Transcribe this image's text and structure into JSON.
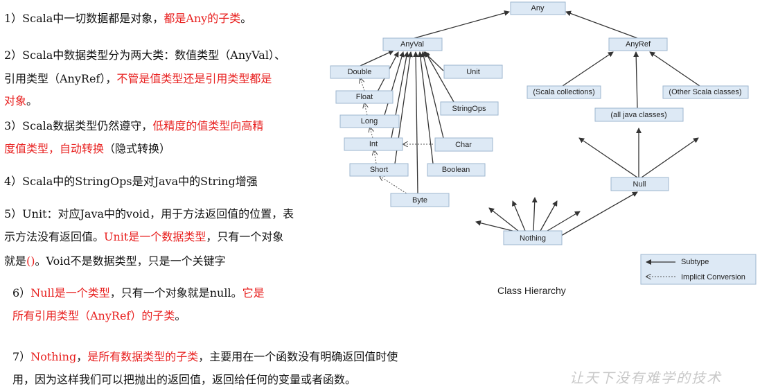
{
  "notes": [
    {
      "parts": [
        {
          "t": "1）Scala中一切数据都是对象，",
          "red": false
        },
        {
          "t": "都是Any的子类",
          "red": true
        },
        {
          "t": "。",
          "red": false
        }
      ]
    },
    {
      "parts": [
        {
          "t": "2）Scala中数据类型分为两大类：数值类型（AnyVal）、",
          "red": false
        }
      ]
    },
    {
      "parts": [
        {
          "t": "引用类型（AnyRef），",
          "red": false
        },
        {
          "t": "不管是值类型还是引用类型都是",
          "red": true
        }
      ]
    },
    {
      "parts": [
        {
          "t": "对象",
          "red": true
        },
        {
          "t": "。",
          "red": false
        }
      ]
    },
    {
      "parts": [
        {
          "t": "3）Scala数据类型仍然遵守，",
          "red": false
        },
        {
          "t": "低精度的值类型向高精",
          "red": true
        }
      ]
    },
    {
      "parts": [
        {
          "t": "度值类型，自动转换",
          "red": true
        },
        {
          "t": "（隐式转换）",
          "red": false
        }
      ]
    },
    {
      "parts": [
        {
          "t": "4）Scala中的StringOps是对Java中的String增强",
          "red": false
        }
      ]
    },
    {
      "parts": [
        {
          "t": "5）Unit：对应Java中的void，用于方法返回值的位置，表",
          "red": false
        }
      ]
    },
    {
      "parts": [
        {
          "t": "示方法没有返回值。",
          "red": false
        },
        {
          "t": "Unit是一个数据类型",
          "red": true
        },
        {
          "t": "，只有一个对象",
          "red": false
        }
      ]
    },
    {
      "parts": [
        {
          "t": "就是",
          "red": false
        },
        {
          "t": "()",
          "red": true
        },
        {
          "t": "。Void不是数据类型，只是一个关键字",
          "red": false
        }
      ]
    },
    {
      "parts": [
        {
          "t": "6）",
          "red": false
        },
        {
          "t": "Null是一个类型",
          "red": true
        },
        {
          "t": "，只有一个对象就是null。",
          "red": false
        },
        {
          "t": "它是",
          "red": true
        }
      ]
    },
    {
      "parts": [
        {
          "t": "所有引用类型（AnyRef）的子类",
          "red": true
        },
        {
          "t": "。",
          "red": false
        }
      ]
    },
    {
      "parts": [
        {
          "t": "7）",
          "red": false
        },
        {
          "t": "Nothing",
          "red": true
        },
        {
          "t": "，",
          "red": false
        },
        {
          "t": "是所有数据类型的子类",
          "red": true
        },
        {
          "t": "，主要用在一个函数没有明确返回值时使",
          "red": false
        }
      ]
    },
    {
      "parts": [
        {
          "t": "用，因为这样我们可以把抛出的返回值，返回给任何的变量或者函数。",
          "red": false
        }
      ]
    }
  ],
  "diagram": {
    "nodes": {
      "any": "Any",
      "anyval": "AnyVal",
      "anyref": "AnyRef",
      "double": "Double",
      "float": "Float",
      "long": "Long",
      "int": "Int",
      "short": "Short",
      "byte": "Byte",
      "unit": "Unit",
      "stringops": "StringOps",
      "char": "Char",
      "boolean": "Boolean",
      "scala_collections": "(Scala collections)",
      "other_scala": "(Other Scala classes)",
      "java_classes": "(all java classes)",
      "null": "Null",
      "nothing": "Nothing"
    },
    "caption": "Class Hierarchy",
    "legend": {
      "subtype": "Subtype",
      "implicit": "Implicit Conversion"
    }
  },
  "watermark": "让天下没有难学的技术",
  "colors": {
    "red": "#e8201f",
    "node_fill": "#dde9f5",
    "node_stroke": "#9db6cf"
  }
}
